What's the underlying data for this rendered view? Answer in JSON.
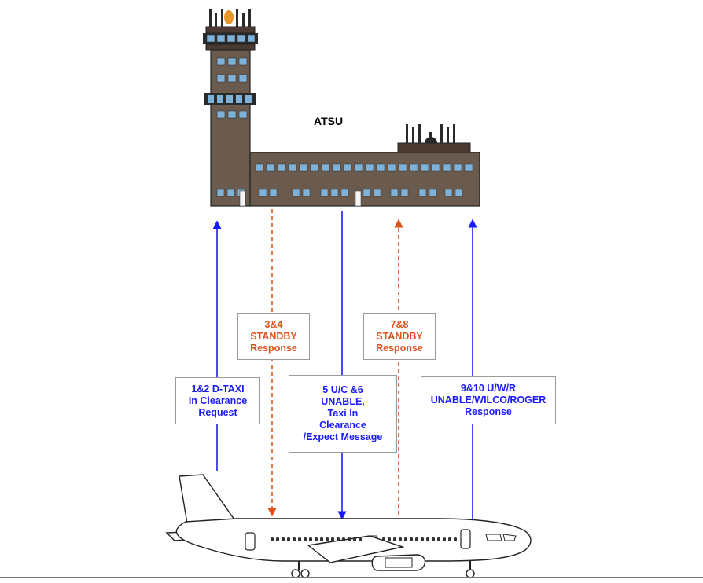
{
  "atsu": {
    "label": "ATSU"
  },
  "messages": [
    {
      "id": "m1",
      "lines": [
        "1&2 D-TAXI",
        "In Clearance",
        "Request"
      ],
      "color": "#1a1aff",
      "direction": "up",
      "style": "solid"
    },
    {
      "id": "m2",
      "lines": [
        "3&4",
        "STANDBY",
        "Response"
      ],
      "color": "#e0501a",
      "direction": "down",
      "style": "dashed"
    },
    {
      "id": "m3",
      "lines": [
        "5 U/C &6",
        "UNABLE,",
        "Taxi In",
        "Clearance",
        "/Expect Message"
      ],
      "color": "#1a1aff",
      "direction": "down",
      "style": "solid"
    },
    {
      "id": "m4",
      "lines": [
        "7&8",
        "STANDBY",
        "Response"
      ],
      "color": "#e0501a",
      "direction": "up",
      "style": "dashed"
    },
    {
      "id": "m5",
      "lines": [
        "9&10 U/W/R",
        "UNABLE/WILCO/ROGER",
        "Response"
      ],
      "color": "#1a1aff",
      "direction": "up",
      "style": "solid"
    }
  ]
}
